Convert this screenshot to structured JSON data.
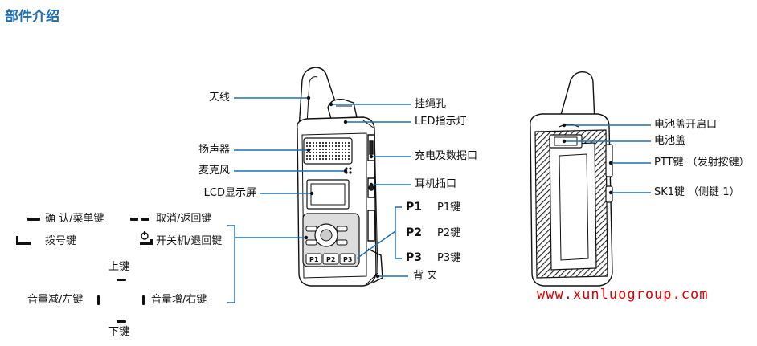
{
  "title": "部件介绍",
  "website": "www.xunluogroup.com",
  "front_labels": {
    "antenna": "天线",
    "lanyard_hole": "挂绳孔",
    "led": "LED指示灯",
    "speaker": "扬声器",
    "charging_port": "充电及数据口",
    "mic": "麦克风",
    "earphone_jack": "耳机插口",
    "lcd": "LCD显示屏",
    "confirm_menu": "确 认/菜单键",
    "cancel_back": "取消/返回键",
    "dial": "拨号键",
    "power_back": "开关机/退回键",
    "up": "上键",
    "down": "下键",
    "vol_down_left": "音量减/左键",
    "vol_up_right": "音量增/右键",
    "back_clip": "背 夹"
  },
  "p_keys": [
    {
      "key": "P1",
      "label": "P1键"
    },
    {
      "key": "P2",
      "label": "P2键"
    },
    {
      "key": "P3",
      "label": "P3键"
    }
  ],
  "back_labels": {
    "battery_cover_release": "电池盖开启口",
    "battery_cover": "电池盖",
    "ptt": "PTT键 （发射按键）",
    "sk1": "SK1键 （侧键 1）"
  },
  "colors": {
    "title": "#1f6fb2",
    "leader": "#1f6fb2",
    "website": "#e00000"
  }
}
